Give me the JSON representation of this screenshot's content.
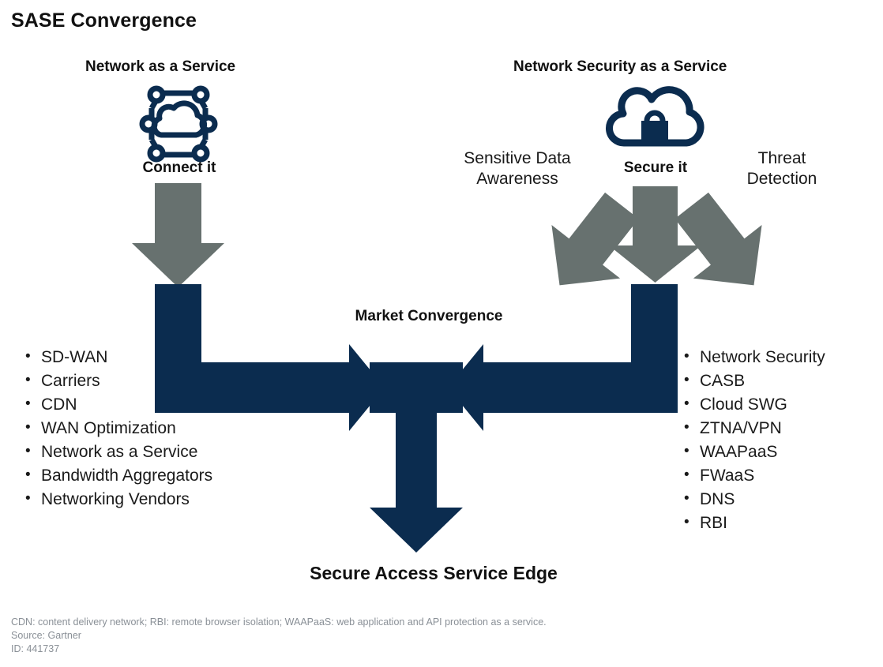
{
  "title": "SASE Convergence",
  "colors": {
    "navy": "#0b2c4f",
    "gray": "#67716f",
    "text": "#1a1a1a",
    "footnote": "#8a9097",
    "background": "#ffffff"
  },
  "columns": {
    "left_heading": "Network as a Service",
    "right_heading": "Network Security as a Service"
  },
  "icons": {
    "left": {
      "name": "network-cloud-hexagon-icon",
      "caption": "Connect it"
    },
    "right": {
      "name": "cloud-lock-icon",
      "caption": "Secure it"
    }
  },
  "inputs": {
    "sensitive_data": "Sensitive Data\nAwareness",
    "sensitive_data_line1": "Sensitive Data",
    "sensitive_data_line2": "Awareness",
    "threat_detection_line1": "Threat",
    "threat_detection_line2": "Detection"
  },
  "center": {
    "label": "Market Convergence"
  },
  "outcome": {
    "label": "Secure Access Service Edge"
  },
  "left_list": [
    "SD-WAN",
    "Carriers",
    "CDN",
    "WAN Optimization",
    "Network as a Service",
    "Bandwidth Aggregators",
    "Networking Vendors"
  ],
  "right_list": [
    "Network Security",
    "CASB",
    "Cloud SWG",
    "ZTNA/VPN",
    "WAAPaaS",
    "FWaaS",
    "DNS",
    "RBI"
  ],
  "footnote": {
    "line1": "CDN: content delivery network; RBI: remote browser isolation; WAAPaaS: web application and API protection as a service.",
    "line2": "Source: Gartner",
    "line3": "ID: 441737"
  }
}
